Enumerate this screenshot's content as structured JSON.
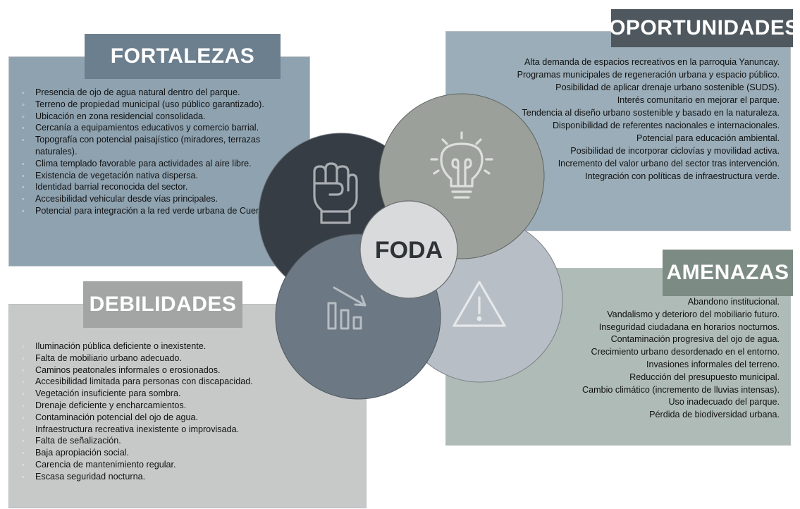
{
  "center_label": "FODA",
  "fortalezas": {
    "title": "FORTALEZAS",
    "items": [
      "Presencia de ojo de agua natural dentro del parque.",
      "Terreno de propiedad municipal (uso público garantizado).",
      "Ubicación en zona residencial consolidada.",
      "Cercanía a equipamientos educativos y comercio barrial.",
      "Topografía con potencial paisajístico (miradores, terrazas naturales).",
      "Clima templado favorable para actividades al aire libre.",
      "Existencia de vegetación nativa dispersa.",
      "Identidad barrial reconocida del sector.",
      "Accesibilidad vehicular desde vías principales.",
      "Potencial para integración a la red verde urbana de Cuenca."
    ],
    "icon": "raised-fist-icon"
  },
  "oportunidades": {
    "title": "OPORTUNIDADES",
    "items": [
      "Alta demanda de espacios recreativos en la parroquia Yanuncay.",
      "Programas municipales de regeneración urbana y espacio público.",
      "Posibilidad de aplicar drenaje urbano sostenible (SUDS).",
      "Interés comunitario en mejorar el parque.",
      "Tendencia al diseño urbano sostenible y basado en la naturaleza.",
      "Disponibilidad de referentes nacionales e internacionales.",
      "Potencial para educación ambiental.",
      "Posibilidad de incorporar ciclovías y movilidad activa.",
      "Incremento del valor urbano del sector tras intervención.",
      "Integración con políticas de infraestructura verde."
    ],
    "icon": "lightbulb-icon"
  },
  "debilidades": {
    "title": "DEBILIDADES",
    "items": [
      "Iluminación pública deficiente o inexistente.",
      "Falta de mobiliario urbano adecuado.",
      "Caminos peatonales informales o erosionados.",
      "Accesibilidad limitada para personas con discapacidad.",
      "Vegetación insuficiente para sombra.",
      "Drenaje deficiente y encharcamientos.",
      "Contaminación potencial del ojo de agua.",
      "Infraestructura recreativa inexistente o improvisada.",
      "Falta de señalización.",
      "Baja apropiación social.",
      "Carencia de mantenimiento regular.",
      "Escasa seguridad nocturna."
    ],
    "icon": "declining-bar-chart-icon"
  },
  "amenazas": {
    "title": "AMENAZAS",
    "items": [
      "Abandono institucional.",
      "Vandalismo y deterioro del mobiliario futuro.",
      "Inseguridad ciudadana en horarios nocturnos.",
      "Contaminación progresiva del ojo de agua.",
      "Crecimiento urbano desordenado en el entorno.",
      "Invasiones informales del terreno.",
      "Reducción del presupuesto municipal.",
      "Cambio climático (incremento de lluvias intensas).",
      "Uso inadecuado del parque.",
      "Pérdida de biodiversidad urbana."
    ],
    "icon": "warning-triangle-icon"
  },
  "colors": {
    "fortalezas_panel": "#8ea2b0",
    "oportunidades_panel": "#9aadb8",
    "debilidades_panel": "#c7c9c9",
    "amenazas_panel": "#afbbb6",
    "circle_fortalezas": "#363d44",
    "circle_oportunidades": "#9ba09a",
    "circle_debilidades": "#6c7883",
    "circle_amenazas": "#b8bec5",
    "center_circle": "#d9dadb"
  }
}
